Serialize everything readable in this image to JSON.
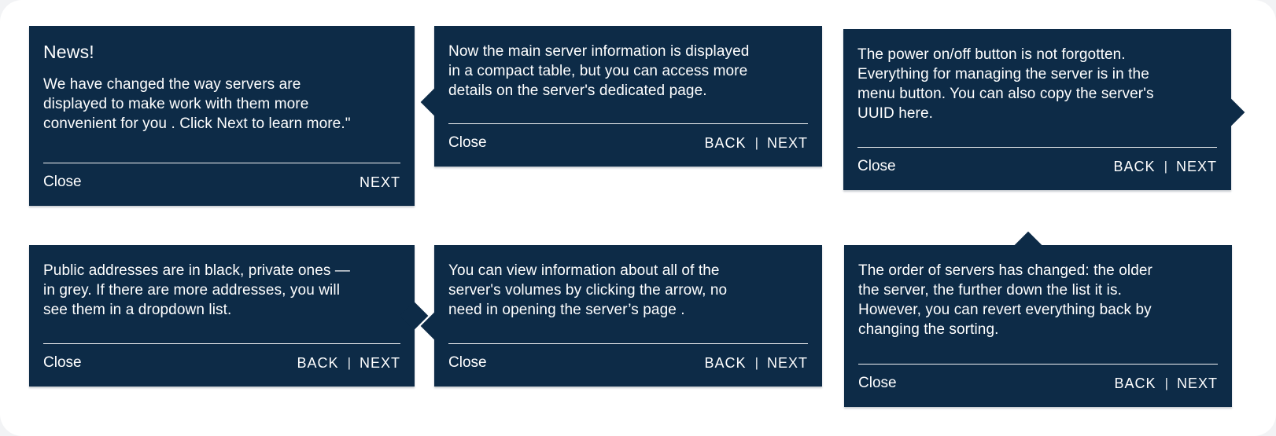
{
  "page": {
    "background": "#ffffff",
    "tooltip_color": "#0d2b47",
    "text_color": "#ffffff"
  },
  "tooltips": [
    {
      "title": "News!",
      "body": [
        "We have changed the way servers are",
        "displayed to make work with them more",
        "convenient for you . Click Next to learn more.\""
      ],
      "close": "Close",
      "next": "NEXT"
    },
    {
      "body": [
        "Now the main server information is displayed",
        "in a compact table, but you can access more",
        "details on the server's dedicated page."
      ],
      "close": "Close",
      "back": "BACK",
      "sep": "|",
      "next": "NEXT"
    },
    {
      "body": [
        "The power on/off button is not forgotten.",
        "Everything for managing the server is in the",
        "menu button. You can also copy the server's",
        "UUID here."
      ],
      "close": "Close",
      "back": "BACK",
      "sep": "|",
      "next": "NEXT"
    },
    {
      "body": [
        "Public addresses are in black, private ones —",
        "in grey. If there are more addresses, you will",
        "see them in a dropdown list."
      ],
      "close": "Close",
      "back": "BACK",
      "sep": "|",
      "next": "NEXT"
    },
    {
      "body": [
        "You can view information about all of the",
        "server's volumes by clicking the arrow, no",
        "need in opening the server’s page ."
      ],
      "close": "Close",
      "back": "BACK",
      "sep": "|",
      "next": "NEXT"
    },
    {
      "body": [
        "The order of servers has changed: the older",
        "the server, the further down the list it is.",
        "However, you can revert everything back by",
        "changing the sorting."
      ],
      "close": "Close",
      "back": "BACK",
      "sep": "|",
      "next": "NEXT"
    }
  ]
}
